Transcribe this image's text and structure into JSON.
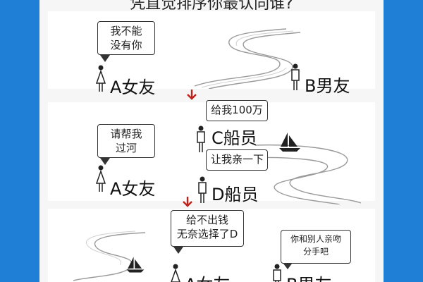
{
  "title": "凭直觉排序你最认同谁?",
  "panel1": {
    "bubble": "我不能\n没有你",
    "girl": "A女友",
    "boy": "B男友"
  },
  "panel2": {
    "bubble_c": "给我100万",
    "sailor_c": "C船员",
    "bubble_a": "请帮我\n过河",
    "girl": "A女友",
    "bubble_d": "让我亲一下",
    "sailor_d": "D船员"
  },
  "panel3": {
    "bubble_d": "给不出钱\n无奈选择了D",
    "bubble_b": "你和别人亲吻\n分手吧",
    "girl": "A女友",
    "boy": "B男友"
  },
  "colors": {
    "frame": "#1f7fd6",
    "arrow": "#c0221b",
    "ink": "#222222"
  }
}
